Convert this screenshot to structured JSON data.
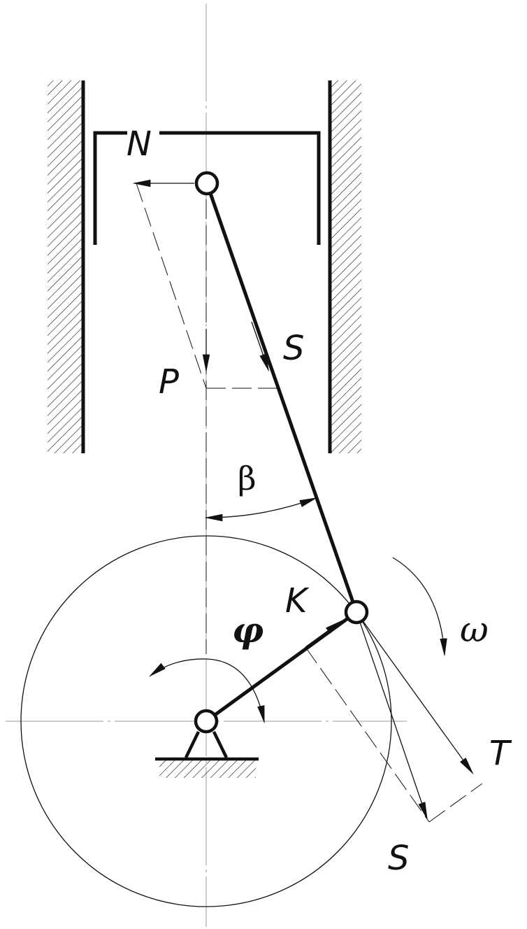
{
  "labels": {
    "N": "N",
    "S_rod": "S",
    "P": "P",
    "beta": "β",
    "K": "K",
    "phi": "φ",
    "omega": "ω",
    "T": "T",
    "S_bottom": "S"
  },
  "colors": {
    "ink": "#111111",
    "axis": "#9a9a9a"
  }
}
